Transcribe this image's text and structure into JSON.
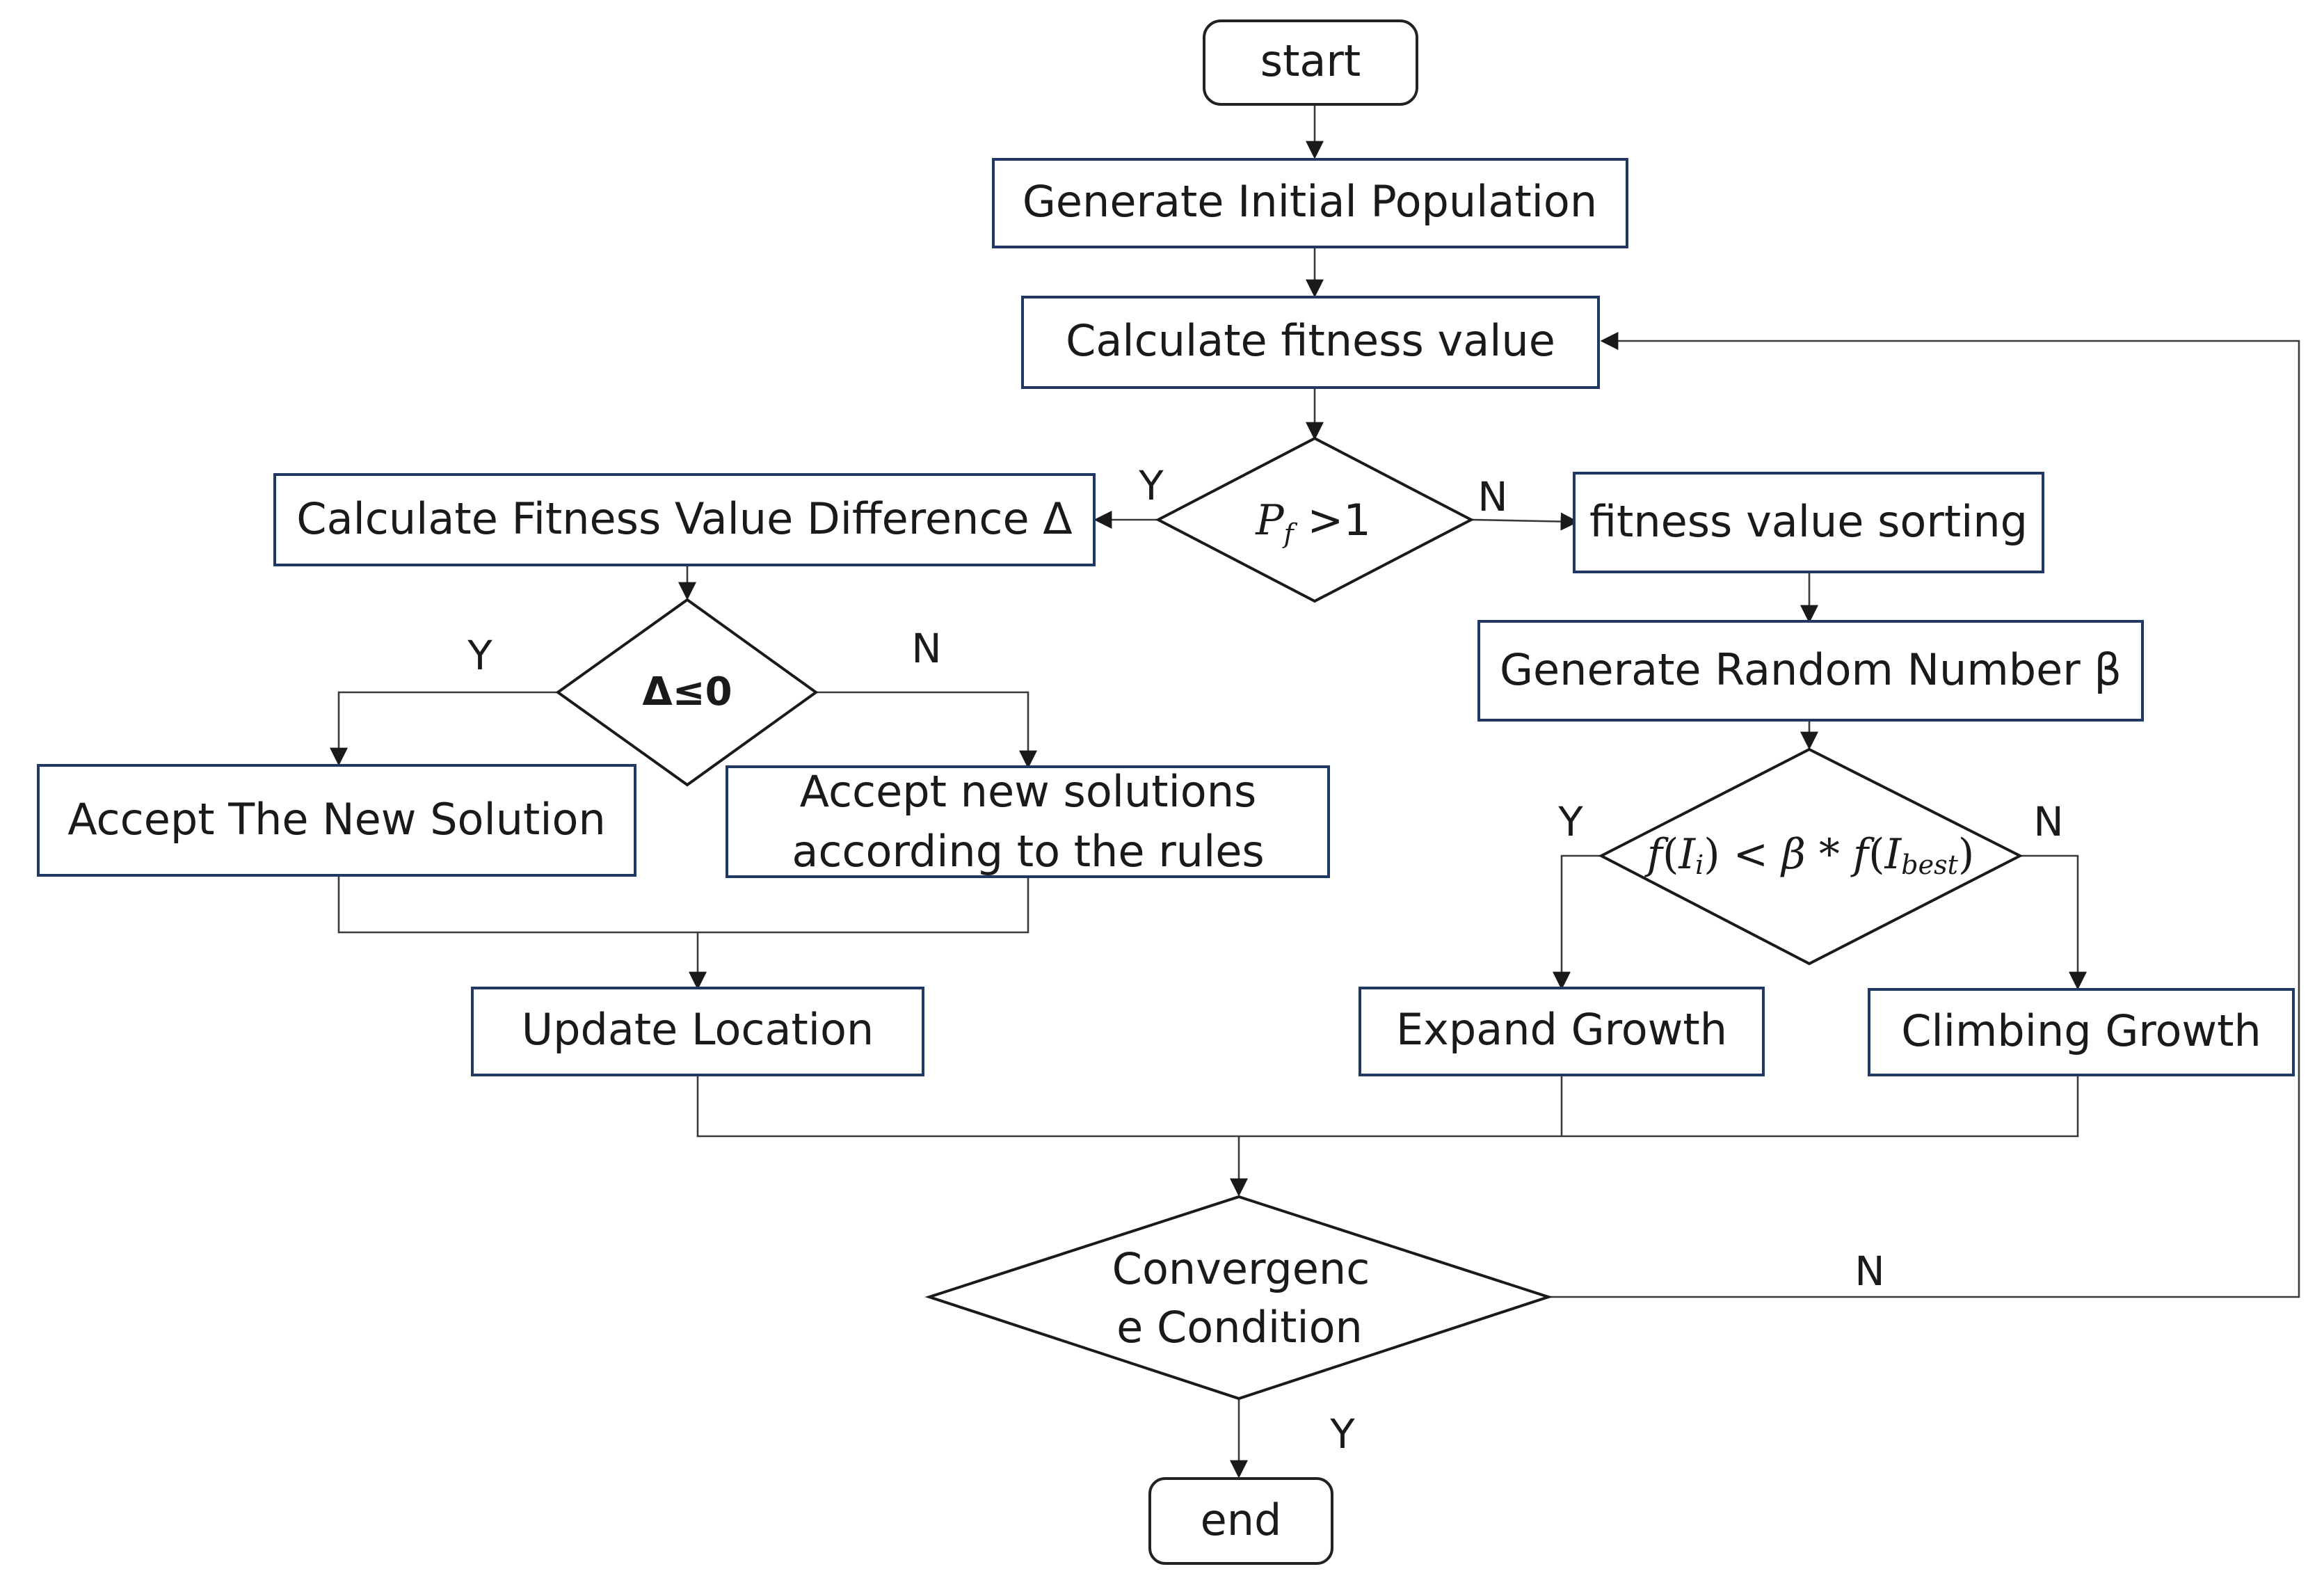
{
  "nodes": {
    "start": "start",
    "generate_initial_population": "Generate Initial Population",
    "calculate_fitness_value": "Calculate fitness value",
    "pf_condition": {
      "var": "P",
      "subscript": "f",
      "rest": " >1"
    },
    "calculate_fitness_difference": "Calculate Fitness Value Difference Δ",
    "fitness_value_sorting": "fitness value sorting",
    "delta_condition": "Δ≤0",
    "generate_random_number": "Generate Random Number β",
    "accept_new_solution": "Accept The New Solution",
    "accept_by_rules_line1": "Accept new solutions",
    "accept_by_rules_line2": "according to the rules",
    "f_condition": {
      "f1": "f",
      "open1": "(",
      "i_var": "I",
      "i_sub": "i",
      "close1": ")",
      "lt": " < ",
      "beta": "β",
      "star": " * ",
      "f2": "f",
      "open2": "(",
      "best_var": "I",
      "best_sub": "best",
      "close2": ")"
    },
    "update_location": "Update Location",
    "expand_growth": "Expand Growth",
    "climbing_growth": "Climbing Growth",
    "convergence_line1": "Convergenc",
    "convergence_line2": "e Condition",
    "end": "end"
  },
  "edge_labels": {
    "pf_yes": "Y",
    "pf_no": "N",
    "delta_yes": "Y",
    "delta_no": "N",
    "f_yes": "Y",
    "f_no": "N",
    "conv_no": "N",
    "conv_yes": "Y"
  },
  "colors": {
    "box_border": "#1f3864",
    "terminal_border": "#222222",
    "line": "#3a3a3a",
    "text": "#1a1a1a"
  }
}
